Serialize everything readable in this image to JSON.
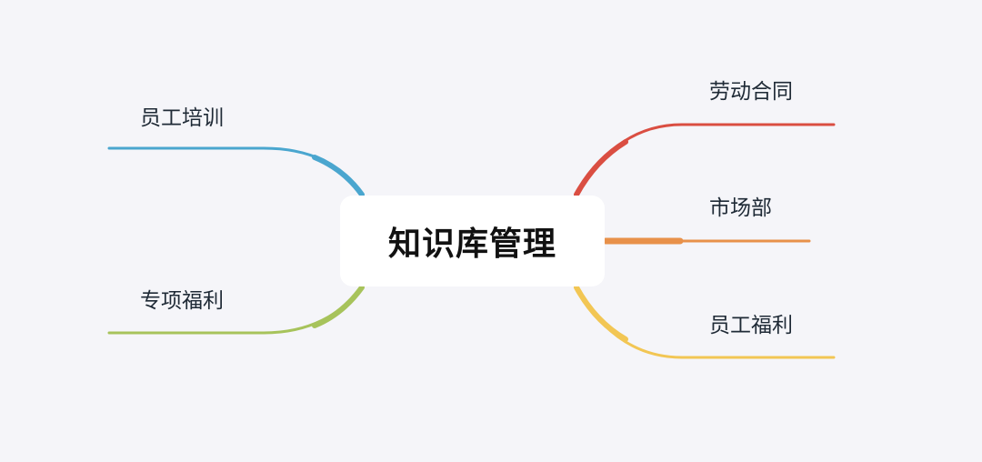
{
  "center": {
    "title": "知识库管理"
  },
  "branches": [
    {
      "id": "left-top",
      "label": "员工培训",
      "color": "#4aa6cf"
    },
    {
      "id": "left-bottom",
      "label": "专项福利",
      "color": "#a7c35b"
    },
    {
      "id": "right-top",
      "label": "劳动合同",
      "color": "#da4e42"
    },
    {
      "id": "right-middle",
      "label": "市场部",
      "color": "#e8914a"
    },
    {
      "id": "right-bottom",
      "label": "员工福利",
      "color": "#f2c654"
    }
  ]
}
